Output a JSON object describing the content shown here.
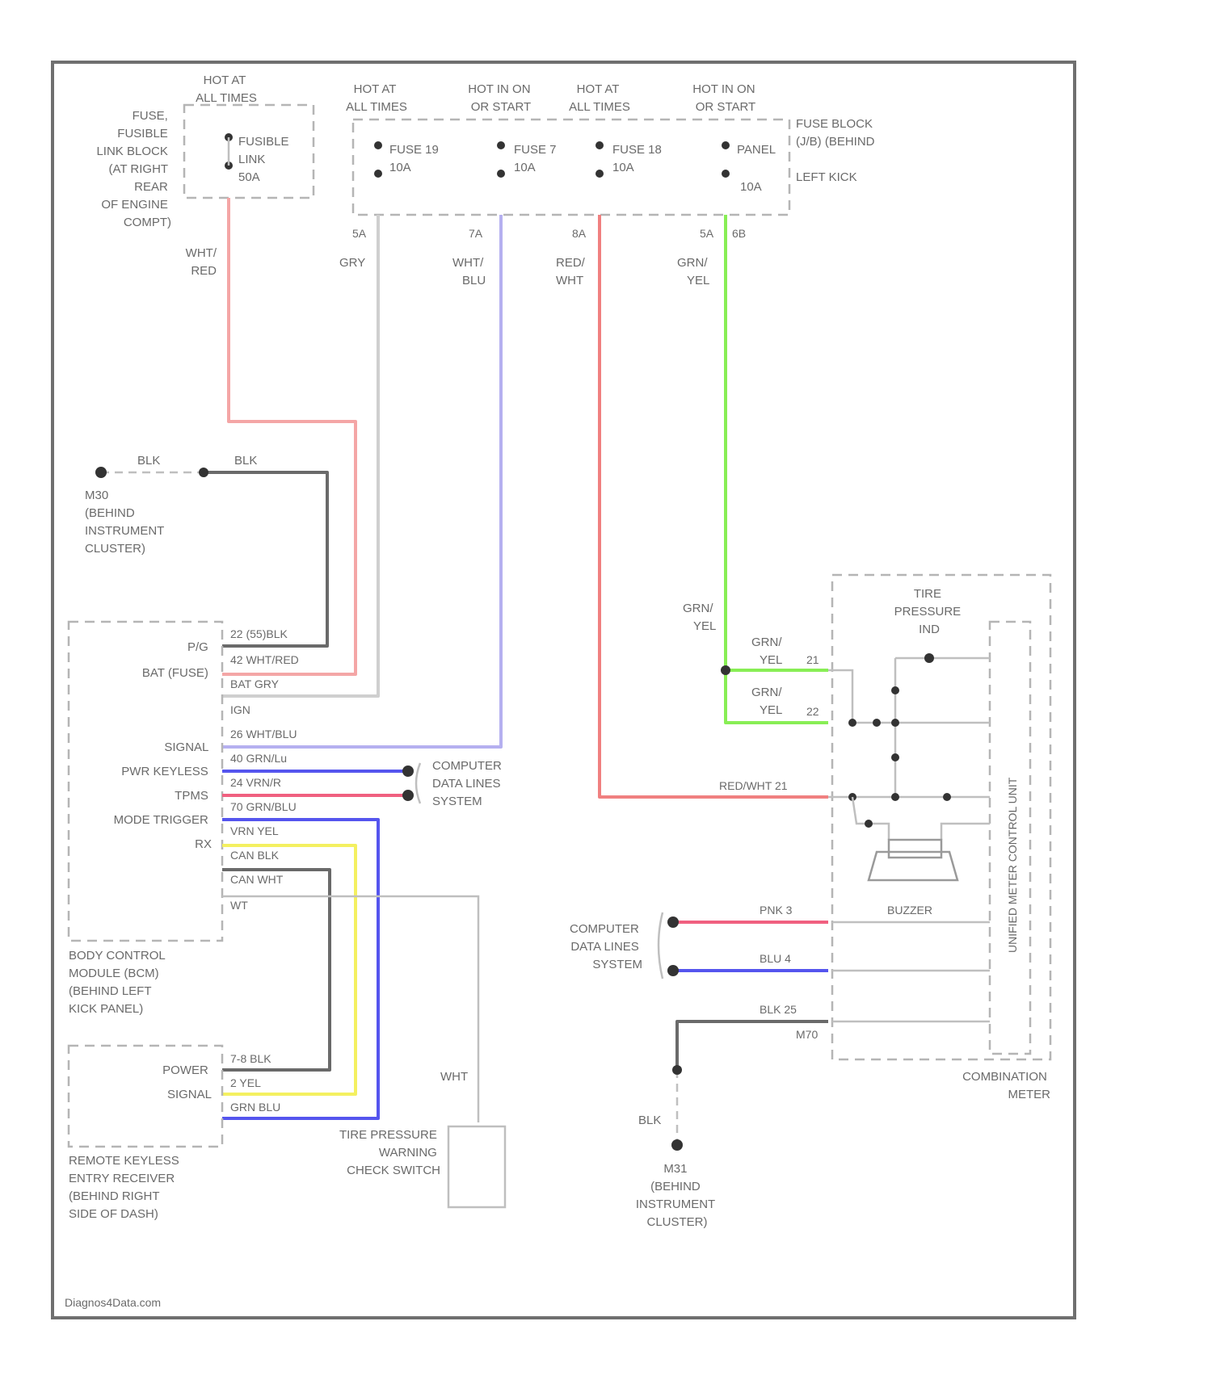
{
  "power_labels": [
    {
      "id": "hot-1",
      "lines": [
        "HOT AT",
        "ALL TIMES"
      ]
    },
    {
      "id": "hot-2",
      "lines": [
        "HOT AT",
        "ALL TIMES"
      ]
    },
    {
      "id": "hot-3",
      "lines": [
        "HOT IN ON",
        "OR START"
      ]
    },
    {
      "id": "hot-4",
      "lines": [
        "HOT AT",
        "ALL TIMES"
      ]
    },
    {
      "id": "hot-5",
      "lines": [
        "HOT IN ON",
        "OR START"
      ]
    }
  ],
  "fusible_link_block": {
    "label_lines": [
      "FUSE,",
      "FUSIBLE",
      "LINK BLOCK",
      "(AT RIGHT",
      "REAR",
      "OF ENGINE",
      "COMPT)"
    ],
    "link_label": [
      "FUSIBLE",
      "LINK",
      "50A"
    ]
  },
  "fuse_block": {
    "label_lines": [
      "FUSE BLOCK",
      "(J/B) (BEHIND",
      "LEFT KICK"
    ],
    "fuses": [
      {
        "id": "fuse-19",
        "lines": [
          "FUSE 19",
          "10A"
        ],
        "pin": "5A"
      },
      {
        "id": "fuse-7",
        "lines": [
          "FUSE 7",
          "10A"
        ],
        "pin": "7A"
      },
      {
        "id": "fuse-18",
        "lines": [
          "FUSE 18",
          "10A"
        ],
        "pin": "8A"
      },
      {
        "id": "fuse-panel",
        "lines": [
          "PANEL",
          "10A"
        ],
        "pin": "5A"
      }
    ],
    "extra_pin": "6B"
  },
  "wires": {
    "wht_red": [
      "WHT/",
      "RED"
    ],
    "gry": [
      "GRY"
    ],
    "wht_blu": [
      "WHT/",
      "BLU"
    ],
    "red_wht": [
      "RED/",
      "WHT"
    ],
    "grn_yel": [
      "GRN/",
      "YEL"
    ],
    "blk_a": "BLK",
    "blk_b": "BLK",
    "grn_yel_2": [
      "GRN/",
      "YEL"
    ],
    "grn_yel_3": [
      "GRN/",
      "YEL"
    ],
    "grn_yel_4": [
      "GRN/",
      "YEL"
    ],
    "wht_switch": "WHT",
    "blk_ground": "BLK"
  },
  "ground_1": {
    "lines": [
      "M30",
      "(BEHIND",
      "INSTRUMENT",
      "CLUSTER)"
    ]
  },
  "ground_2": {
    "lines": [
      "M31",
      "(BEHIND",
      "INSTRUMENT",
      "CLUSTER)"
    ]
  },
  "bcm": {
    "label_lines": [
      "BODY CONTROL",
      "MODULE (BCM)",
      "(BEHIND LEFT",
      "KICK PANEL)"
    ],
    "pins": [
      {
        "id": "gnd",
        "name": "P/G",
        "wire": "22 (55)BLK"
      },
      {
        "id": "bat-fuse",
        "name": "BAT (FUSE)",
        "wire": "42 WHT/RED"
      },
      {
        "id": "bat",
        "name": "",
        "wire": "BAT   GRY"
      },
      {
        "id": "ign",
        "name": "",
        "wire": "IGN"
      },
      {
        "id": "signal",
        "name": "SIGNAL",
        "wire": "26 WHT/BLU"
      },
      {
        "id": "pwr-keyless",
        "name": "PWR KEYLESS",
        "wire": "40 GRN/Lu"
      },
      {
        "id": "tpms",
        "name": "TPMS",
        "wire": "24 VRN/R"
      },
      {
        "id": "mode-trigger",
        "name": "MODE TRIGGER",
        "wire": "70 GRN/BLU"
      },
      {
        "id": "rx",
        "name": "RX",
        "wire": "VRN    YEL"
      },
      {
        "id": "can-blk",
        "name": "",
        "wire": "CAN BLK"
      },
      {
        "id": "can-wht",
        "name": "",
        "wire": "CAN WHT"
      },
      {
        "id": "wt",
        "name": "",
        "wire": "WT"
      }
    ]
  },
  "computer_data_lines_1": [
    "COMPUTER",
    "DATA LINES",
    "SYSTEM"
  ],
  "computer_data_lines_2": [
    "COMPUTER",
    "DATA LINES",
    "SYSTEM"
  ],
  "keyless_receiver": {
    "label_lines": [
      "REMOTE KEYLESS",
      "ENTRY RECEIVER",
      "(BEHIND RIGHT",
      "SIDE OF DASH)"
    ],
    "pins": [
      {
        "name": "POWER",
        "wire": "7-8   BLK"
      },
      {
        "name": "SIGNAL",
        "wire": "2     YEL"
      },
      {
        "name": "",
        "wire": "GRN BLU"
      }
    ]
  },
  "tpms_switch": {
    "lines": [
      "TIRE PRESSURE",
      "WARNING",
      "CHECK SWITCH"
    ]
  },
  "combination_meter": {
    "label_lines": [
      "COMBINATION",
      "METER"
    ],
    "tpms_led": [
      "TIRE",
      "PRESSURE",
      "IND"
    ],
    "unified_meter": "UNIFIED METER CONTROL UNIT",
    "buzzer": "BUZZER",
    "pins": [
      {
        "id": "p21",
        "wire": "21"
      },
      {
        "id": "p22",
        "wire": "22"
      },
      {
        "id": "p-red-wht",
        "wire": "RED/WHT   21"
      },
      {
        "id": "p-pnk",
        "wire": "PNK    3"
      },
      {
        "id": "p-blu",
        "wire": "BLU    4"
      },
      {
        "id": "p-blk",
        "wire": "BLK    25"
      },
      {
        "id": "p-m70",
        "wire": "M70"
      }
    ]
  },
  "watermark": "Diagnos4Data.com",
  "colors": {
    "frame": "#6f6f6f",
    "wht_red": "#f4a6a6",
    "gry": "#cfcfcf",
    "wht_blu": "#b5b0f0",
    "red_wht": "#f08080",
    "grn": "#88ee55",
    "blk": "#6a6a6a",
    "blu": "#5555ee",
    "pnk": "#f06080",
    "yel": "#f4f060",
    "light": "#d8d8d8"
  }
}
